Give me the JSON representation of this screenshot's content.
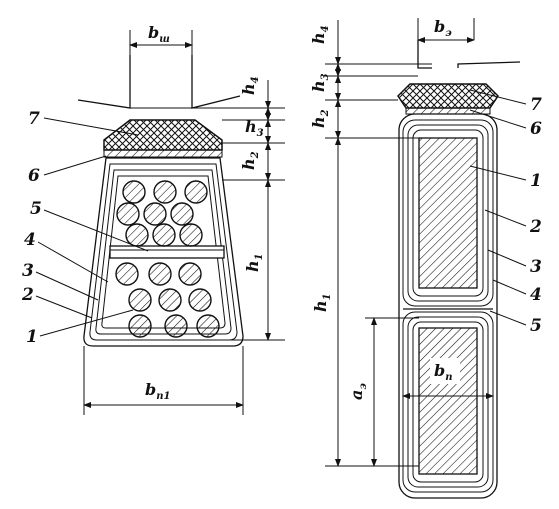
{
  "left_slot": {
    "labels": {
      "b_w_main": "b",
      "b_w_sub": "ш",
      "h4_main": "h",
      "h4_sub": "4",
      "h3_main": "h",
      "h3_sub": "3",
      "h2_main": "h",
      "h2_sub": "2",
      "h1_main": "h",
      "h1_sub": "1",
      "b_p1_main": "b",
      "b_p1_sub": "п1"
    },
    "callouts": [
      "7",
      "6",
      "5",
      "4",
      "3",
      "2",
      "1"
    ]
  },
  "right_slot": {
    "labels": {
      "h4_main": "h",
      "h4_sub": "4",
      "b_e_main": "b",
      "b_e_sub": "э",
      "h3_main": "h",
      "h3_sub": "3",
      "h2_main": "h",
      "h2_sub": "2",
      "h1_main": "h",
      "h1_sub": "1",
      "a_e_main": "a",
      "a_e_sub": "э",
      "b_p_main": "b",
      "b_p_sub": "п"
    },
    "callouts": [
      "7",
      "6",
      "1",
      "2",
      "3",
      "4",
      "5"
    ]
  },
  "colors": {
    "ink": "#111111",
    "background": "#ffffff"
  }
}
